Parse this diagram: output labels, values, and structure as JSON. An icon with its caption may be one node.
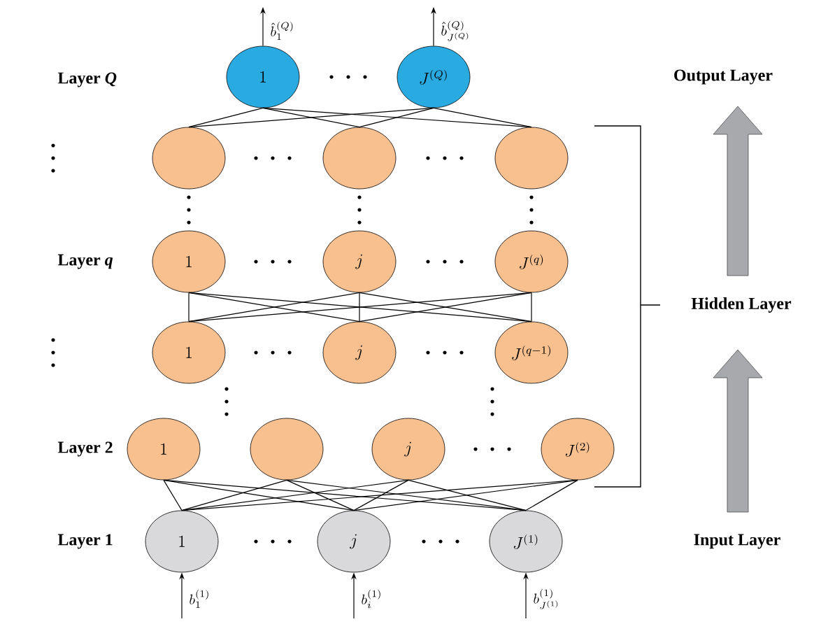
{
  "diagram": {
    "nodes": [
      {
        "text": [
          "1"
        ]
      },
      {
        "text": [
          "J^{(Q)}"
        ]
      },
      {
        "text": [],
        "shape": "circle"
      },
      {
        "text": [],
        "shape": "circle"
      },
      {
        "text": [],
        "shape": "circle"
      },
      {
        "text": [
          "1"
        ]
      },
      {
        "text": [
          "j"
        ]
      },
      {
        "text": [
          "J^{(q)}"
        ]
      },
      {
        "text": [
          "1"
        ]
      },
      {
        "text": [
          "j"
        ]
      },
      {
        "text": [
          "J^{(q-1)}"
        ]
      },
      {
        "text": [
          "1"
        ]
      },
      {
        "text": [],
        "shape": "circle"
      },
      {
        "text": [
          "j"
        ]
      },
      {
        "text": [
          "J^{(2)}"
        ]
      },
      {
        "text": [
          "1"
        ]
      },
      {
        "text": [
          "j"
        ]
      },
      {
        "text": [
          "J^{(1)}"
        ]
      }
    ],
    "edges": [
      {
        "from": 0,
        "to": 2,
        "arrow": "none"
      },
      {
        "from": 0,
        "to": 3,
        "arrow": "none"
      },
      {
        "from": 0,
        "to": 4,
        "arrow": "none"
      },
      {
        "from": 1,
        "to": 2,
        "arrow": "none"
      },
      {
        "from": 1,
        "to": 3,
        "arrow": "none"
      },
      {
        "from": 1,
        "to": 4,
        "arrow": "none"
      },
      {
        "from": 5,
        "to": 8,
        "arrow": "none"
      },
      {
        "from": 5,
        "to": 9,
        "arrow": "none"
      },
      {
        "from": 5,
        "to": 10,
        "arrow": "none"
      },
      {
        "from": 6,
        "to": 8,
        "arrow": "none"
      },
      {
        "from": 6,
        "to": 9,
        "arrow": "none"
      },
      {
        "from": 6,
        "to": 10,
        "arrow": "none"
      },
      {
        "from": 7,
        "to": 8,
        "arrow": "none"
      },
      {
        "from": 7,
        "to": 9,
        "arrow": "none"
      },
      {
        "from": 7,
        "to": 10,
        "arrow": "none"
      },
      {
        "from": 11,
        "to": 15,
        "arrow": "none"
      },
      {
        "from": 11,
        "to": 16,
        "arrow": "none"
      },
      {
        "from": 11,
        "to": 17,
        "arrow": "none"
      },
      {
        "from": 12,
        "to": 15,
        "arrow": "none"
      },
      {
        "from": 12,
        "to": 16,
        "arrow": "none"
      },
      {
        "from": 12,
        "to": 17,
        "arrow": "none"
      },
      {
        "from": 13,
        "to": 15,
        "arrow": "none"
      },
      {
        "from": 13,
        "to": 16,
        "arrow": "none"
      },
      {
        "from": 13,
        "to": 17,
        "arrow": "none"
      },
      {
        "from": 14,
        "to": 15,
        "arrow": "none"
      },
      {
        "from": 14,
        "to": 16,
        "arrow": "none"
      },
      {
        "from": 14,
        "to": 17,
        "arrow": "none"
      },
      {
        "from": 0,
        "to": null,
        "arrow": "to",
        "label": "\\hat{b}_1^{(Q)}"
      },
      {
        "from": 1,
        "to": null,
        "arrow": "to",
        "label": "\\hat{b}_{J^{(Q)}}^{(Q)}"
      },
      {
        "from": null,
        "to": 15,
        "arrow": "to",
        "label": "b_1^{(1)}"
      },
      {
        "from": null,
        "to": 16,
        "arrow": "to",
        "label": "b_i^{(1)}"
      },
      {
        "from": null,
        "to": 17,
        "arrow": "to",
        "label": "b_{J^{(1)}}^{(1)}"
      }
    ],
    "labels": [
      "Layer *Q*",
      "Output Layer",
      "Layer *q*",
      "Hidden Layer",
      "Layer 2",
      "Layer 1",
      "Input Layer"
    ]
  }
}
